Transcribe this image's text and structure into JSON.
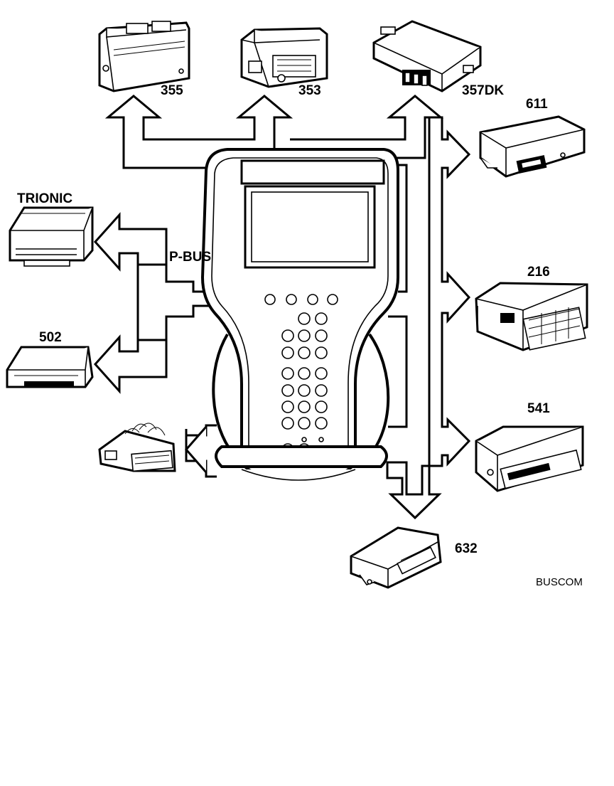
{
  "labels": {
    "module_355": "355",
    "module_353": "353",
    "module_357dk": "357DK",
    "module_611": "611",
    "module_trionic": "TRIONIC",
    "module_216": "216",
    "module_502": "502",
    "module_541": "541",
    "module_632": "632",
    "bus_label": "P-BUS",
    "figure_code": "BUSCOM"
  },
  "colors": {
    "line": "#000000",
    "background": "#ffffff"
  }
}
